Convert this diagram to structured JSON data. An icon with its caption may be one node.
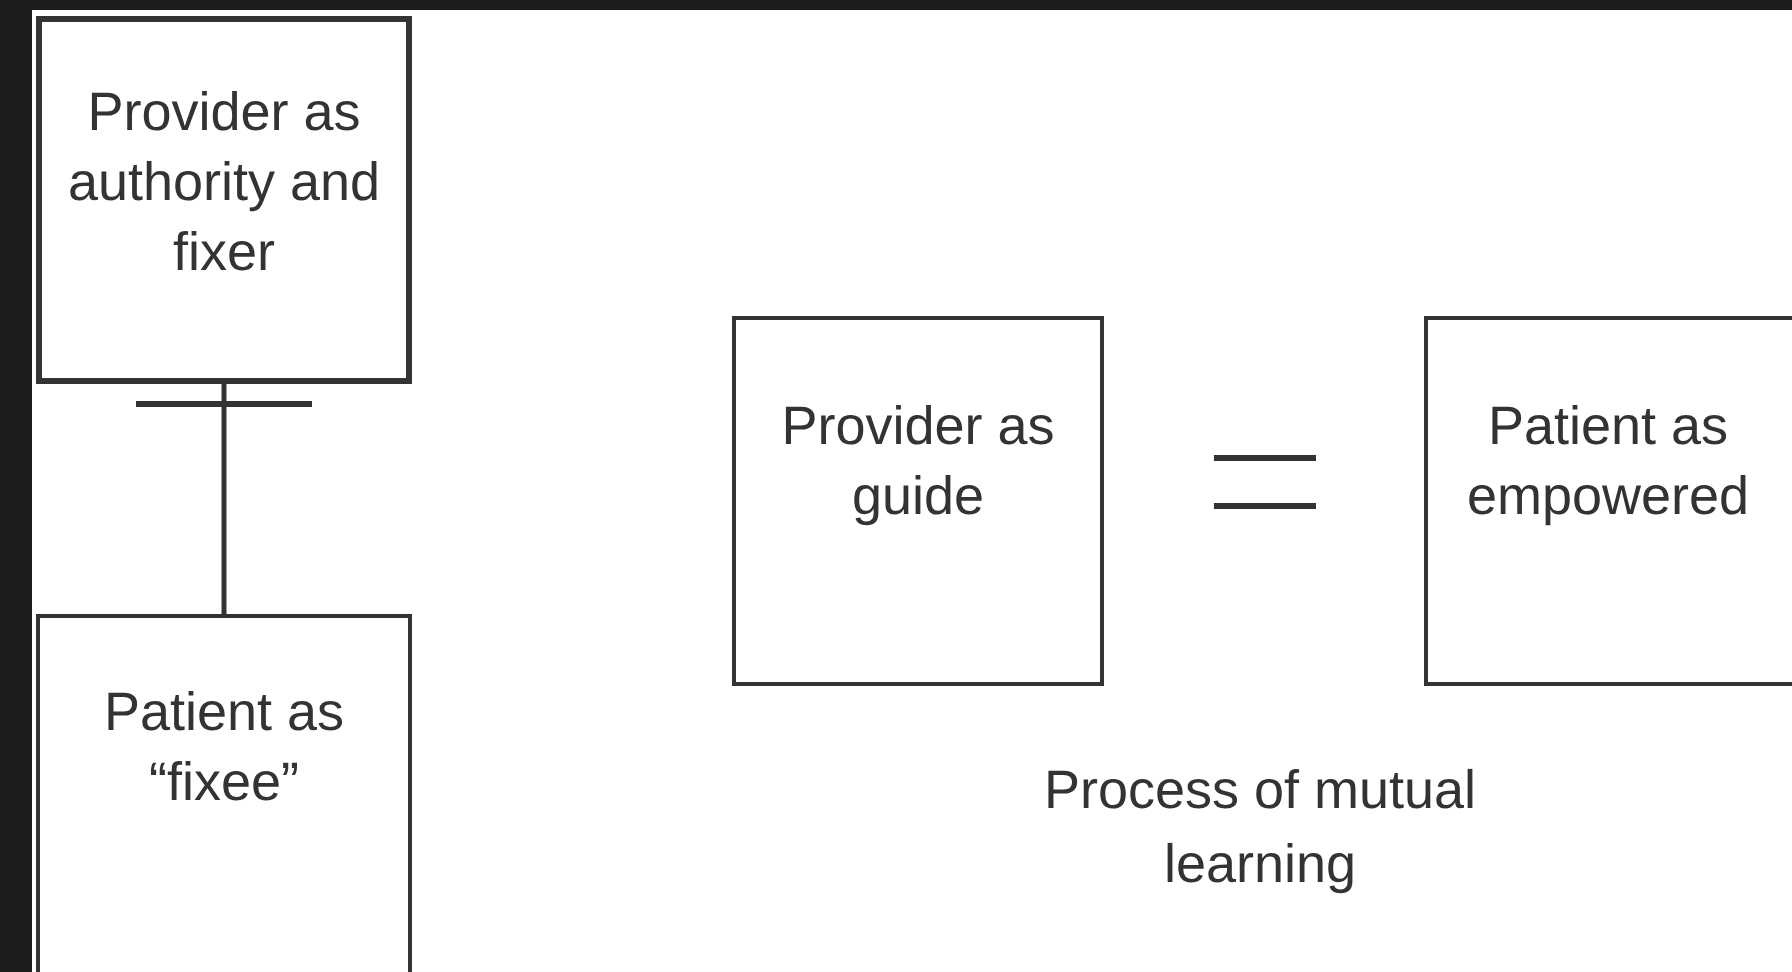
{
  "diagram": {
    "nodes": [
      {
        "text": [
          "Provider as authority and fixer"
        ]
      },
      {
        "text": [
          "Patient as “fixee”"
        ]
      },
      {
        "text": [
          "Provider as guide"
        ]
      },
      {
        "text": [
          "Patient as empowered"
        ]
      }
    ],
    "edges": [
      {
        "from": 0,
        "to": 1,
        "arrow": "other"
      }
    ],
    "labels": [
      "Process of mutual learning"
    ]
  }
}
